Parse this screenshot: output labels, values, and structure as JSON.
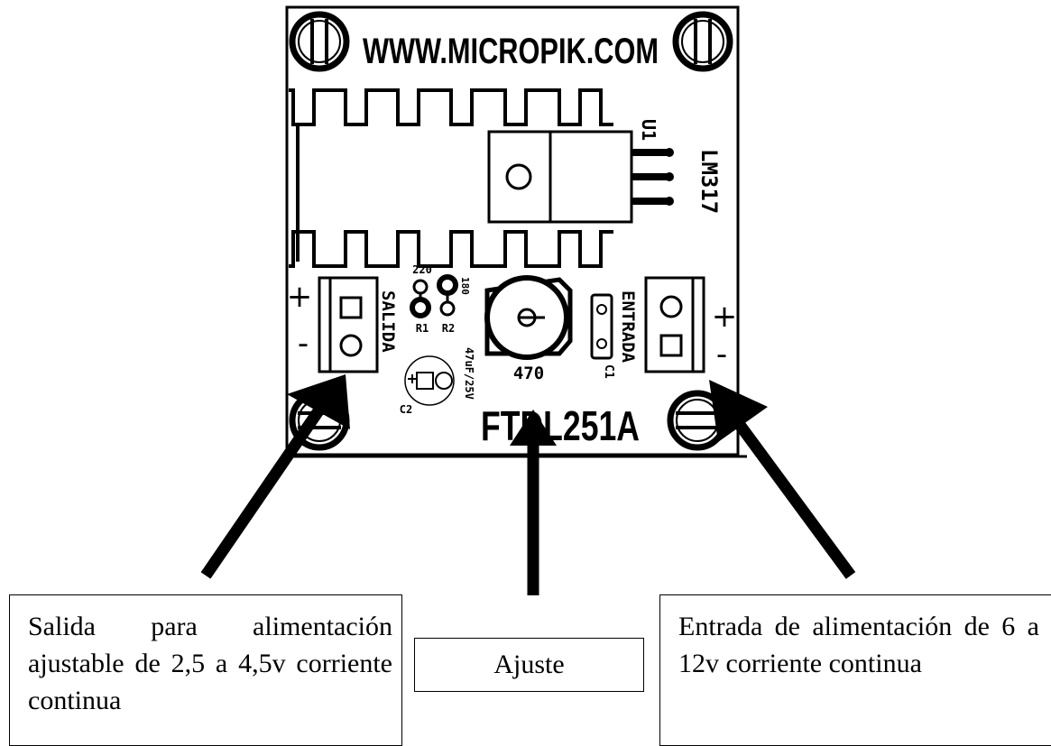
{
  "board": {
    "website": "WWW.MICROPIK.COM",
    "model": "FTDL251A",
    "regulator_ref": "U1",
    "regulator_part": "LM317",
    "r1_value": "220",
    "r1_ref": "R1",
    "r2_value": "180",
    "r2_ref": "R2",
    "c2_ref": "C2",
    "c2_value": "47uF/25V",
    "pot_value": "470",
    "c1_ref": "C1",
    "output_label": "SALIDA",
    "input_label": "ENTRADA",
    "plus_sign": "+",
    "minus_sign": "-"
  },
  "callouts": {
    "output": "Salida para alimentación ajustable de 2,5 a 4,5v corriente continua",
    "adjust": "Ajuste",
    "input": "Entrada de alimentación de 6 a 12v corriente continua"
  }
}
